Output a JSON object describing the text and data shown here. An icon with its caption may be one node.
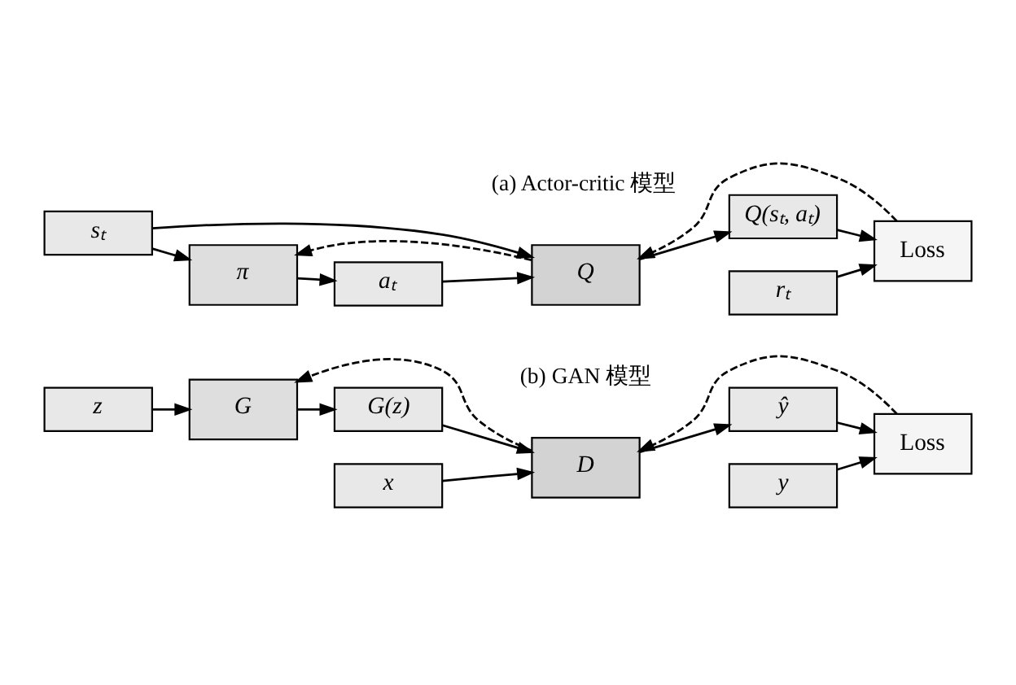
{
  "diagram": {
    "nodes": [
      {
        "text": [
          "sₜ"
        ]
      },
      {
        "text": [
          "π"
        ]
      },
      {
        "text": [
          "aₜ"
        ]
      },
      {
        "text": [
          "Q"
        ]
      },
      {
        "text": [
          "Q(sₜ, aₜ)"
        ]
      },
      {
        "text": [
          "Loss"
        ]
      },
      {
        "text": [
          "rₜ"
        ]
      },
      {
        "text": [
          "z"
        ]
      },
      {
        "text": [
          "G"
        ]
      },
      {
        "text": [
          "G(z)"
        ]
      },
      {
        "text": [
          "D"
        ]
      },
      {
        "text": [
          "ŷ"
        ]
      },
      {
        "text": [
          "Loss"
        ]
      },
      {
        "text": [
          "x"
        ]
      },
      {
        "text": [
          "y"
        ]
      }
    ],
    "edges": [
      {
        "from": 0,
        "to": 1,
        "arrow": "to"
      },
      {
        "from": 1,
        "to": 2,
        "arrow": "to"
      },
      {
        "from": 2,
        "to": 3,
        "arrow": "to"
      },
      {
        "from": 0,
        "to": 3,
        "arrow": "to"
      },
      {
        "from": 3,
        "to": 1,
        "arrow": "to",
        "style": "dashed"
      },
      {
        "from": 3,
        "to": 4,
        "arrow": "to"
      },
      {
        "from": 4,
        "to": 5,
        "arrow": "to"
      },
      {
        "from": 6,
        "to": 5,
        "arrow": "to"
      },
      {
        "from": 5,
        "to": 3,
        "arrow": "to",
        "style": "dashed"
      },
      {
        "from": 7,
        "to": 8,
        "arrow": "to"
      },
      {
        "from": 8,
        "to": 9,
        "arrow": "to"
      },
      {
        "from": 9,
        "to": 10,
        "arrow": "to"
      },
      {
        "from": 13,
        "to": 10,
        "arrow": "to"
      },
      {
        "from": 10,
        "to": 8,
        "arrow": "to",
        "style": "dashed"
      },
      {
        "from": 10,
        "to": 11,
        "arrow": "to"
      },
      {
        "from": 11,
        "to": 12,
        "arrow": "to"
      },
      {
        "from": 14,
        "to": 12,
        "arrow": "to"
      },
      {
        "from": 12,
        "to": 10,
        "arrow": "to",
        "style": "dashed"
      }
    ],
    "labels": [
      "(a) Actor-critic 模型",
      "(b) GAN 模型"
    ]
  }
}
